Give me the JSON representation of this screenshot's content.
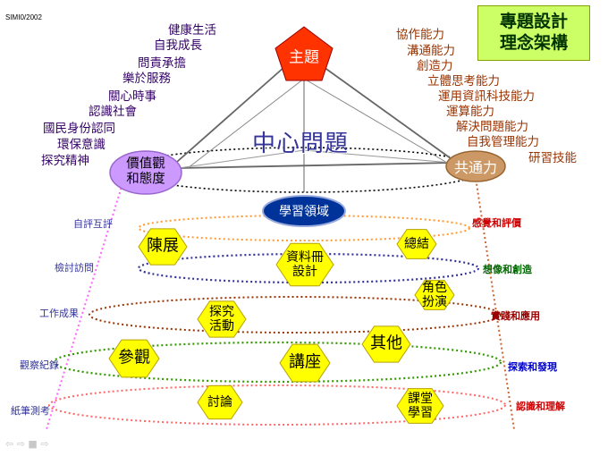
{
  "header": {
    "tag": "SIMI0/2002"
  },
  "title_box": {
    "line1": "專題設計",
    "line2": "理念架構"
  },
  "apex": {
    "label": "主題"
  },
  "center_question": "中心問題",
  "left_node": {
    "line1": "價值觀",
    "line2": "和態度"
  },
  "right_node": {
    "label": "共通力"
  },
  "domain_node": {
    "label": "學習領域"
  },
  "values_list": [
    "健康生活",
    "自我成長",
    "問責承擔",
    "樂於服務",
    "關心時事",
    "認識社會",
    "國民身份認同",
    "環保意識",
    "探究精神"
  ],
  "competencies_list": [
    "協作能力",
    "溝通能力",
    "創造力",
    "立體思考能力",
    "運用資訊科技能力",
    "運算能力",
    "解決問題能力",
    "自我管理能力",
    "研習技能"
  ],
  "left_labels": [
    "自評互評",
    "檢討訪問",
    "工作成果",
    "觀察紀錄",
    "紙筆測考"
  ],
  "right_labels": [
    {
      "text": "感覺和評價",
      "color": "#cc0000"
    },
    {
      "text": "想像和創造",
      "color": "#006600"
    },
    {
      "text": "實踐和應用",
      "color": "#990000"
    },
    {
      "text": "探索和發現",
      "color": "#0000cc"
    },
    {
      "text": "認識和理解",
      "color": "#cc0000"
    }
  ],
  "activities": [
    {
      "line1": "陳展",
      "line2": "",
      "big": true
    },
    {
      "line1": "總結",
      "line2": "",
      "big": false
    },
    {
      "line1": "資料冊",
      "line2": "設計",
      "big": false
    },
    {
      "line1": "角色",
      "line2": "扮演",
      "big": false
    },
    {
      "line1": "探究",
      "line2": "活動",
      "big": false
    },
    {
      "line1": "其他",
      "line2": "",
      "big": true
    },
    {
      "line1": "參觀",
      "line2": "",
      "big": true
    },
    {
      "line1": "講座",
      "line2": "",
      "big": true
    },
    {
      "line1": "討論",
      "line2": "",
      "big": false
    },
    {
      "line1": "課堂",
      "line2": "學習",
      "big": false
    }
  ],
  "nav": {
    "glyphs": "⇦ ⇨ ■ ⇨"
  },
  "colors": {
    "apex_fill": "#ff3300",
    "left_node_fill": "#cc99ff",
    "right_node_fill": "#cc9966",
    "domain_fill": "#003399",
    "hex_fill": "#ffff00",
    "title_fill": "#ccff66"
  }
}
